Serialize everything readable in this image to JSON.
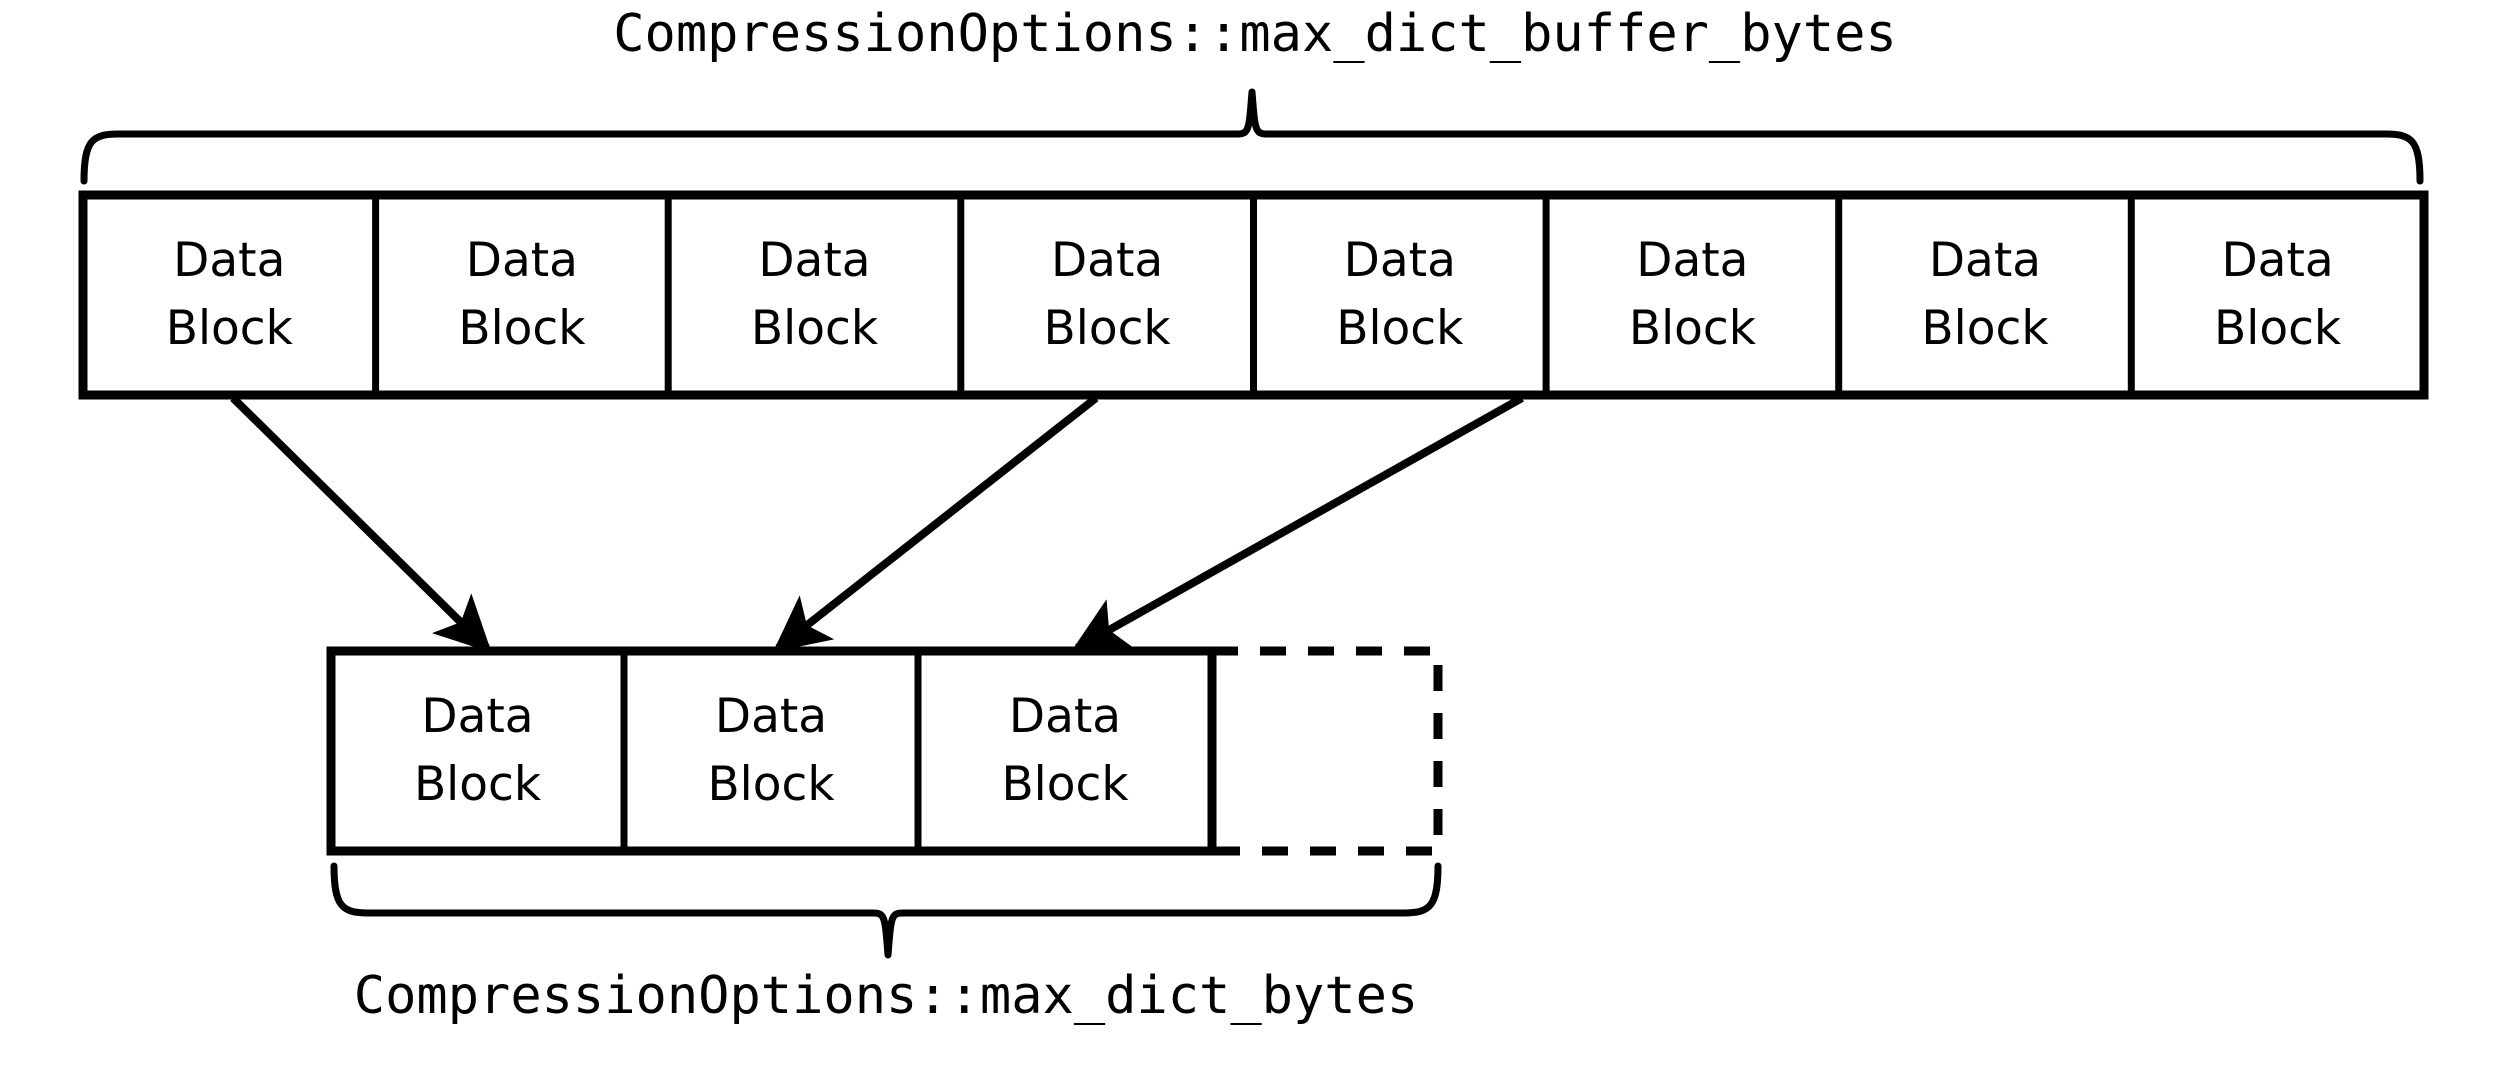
{
  "diagram": {
    "title_top": "CompressionOptions::max_dict_buffer_bytes",
    "title_bottom": "CompressionOptions::max_dict_bytes",
    "stroke_color": "#000000",
    "background_color": "#ffffff",
    "top_row": {
      "name": "buffered-data-blocks-row",
      "block_count": 8,
      "blocks": [
        {
          "line1": "Data",
          "line2": "Block"
        },
        {
          "line1": "Data",
          "line2": "Block"
        },
        {
          "line1": "Data",
          "line2": "Block"
        },
        {
          "line1": "Data",
          "line2": "Block"
        },
        {
          "line1": "Data",
          "line2": "Block"
        },
        {
          "line1": "Data",
          "line2": "Block"
        },
        {
          "line1": "Data",
          "line2": "Block"
        },
        {
          "line1": "Data",
          "line2": "Block"
        }
      ]
    },
    "bottom_row": {
      "name": "dictionary-data-blocks-row",
      "solid_block_count": 3,
      "empty_slot_count": 1,
      "blocks": [
        {
          "line1": "Data",
          "line2": "Block",
          "style": "solid"
        },
        {
          "line1": "Data",
          "line2": "Block",
          "style": "solid"
        },
        {
          "line1": "Data",
          "line2": "Block",
          "style": "solid"
        },
        {
          "line1": "",
          "line2": "",
          "style": "dashed"
        }
      ]
    },
    "arrows": [
      {
        "name": "sample-arrow-1",
        "from_block_index": 0,
        "to_block_index": 0
      },
      {
        "name": "sample-arrow-2",
        "from_block_index": 3,
        "to_block_index": 1
      },
      {
        "name": "sample-arrow-3",
        "from_block_index": 5,
        "to_block_index": 2
      }
    ],
    "braces": [
      {
        "name": "top-brace",
        "label_ref": "title_top",
        "direction": "up"
      },
      {
        "name": "bottom-brace",
        "label_ref": "title_bottom",
        "direction": "down"
      }
    ]
  }
}
